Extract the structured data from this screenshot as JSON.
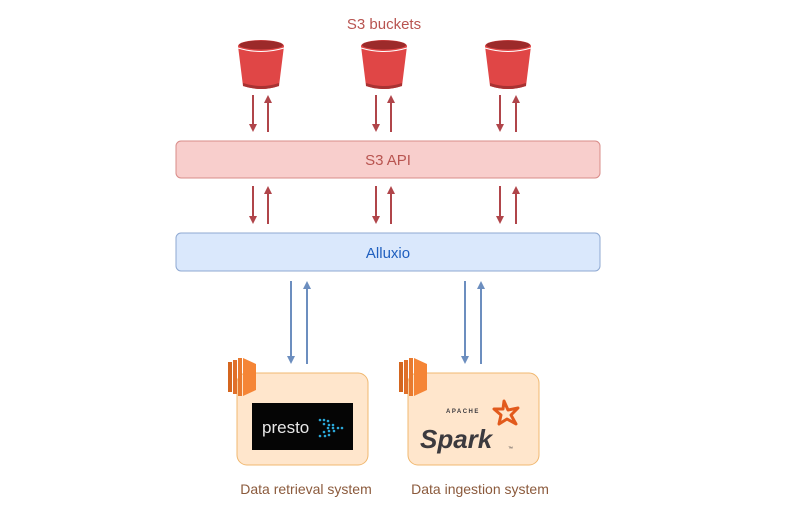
{
  "title": "S3 buckets",
  "s3_api": {
    "label": "S3 API",
    "fill": "#f8cecc",
    "stroke": "#b85450"
  },
  "alluxio": {
    "label": "Alluxio",
    "fill": "#dae8fc",
    "stroke": "#6c8ebf"
  },
  "buckets": [
    {
      "icon": "s3-bucket-icon"
    },
    {
      "icon": "s3-bucket-icon"
    },
    {
      "icon": "s3-bucket-icon"
    }
  ],
  "systems": [
    {
      "label": "Data retrieval system",
      "logo_text": "presto",
      "icon": "ec2-instance-icon"
    },
    {
      "label": "Data ingestion system",
      "logo_text": "Spark",
      "logo_subtext": "APACHE",
      "logo_tm": "™",
      "icon": "ec2-instance-icon"
    }
  ],
  "colors": {
    "red_arrow": "#b0454a",
    "blue_arrow": "#6c8ebf",
    "bucket": "#e04646",
    "system_fill": "#ffe6cc",
    "system_stroke": "#f0b870",
    "label": "#8b5a3c"
  }
}
